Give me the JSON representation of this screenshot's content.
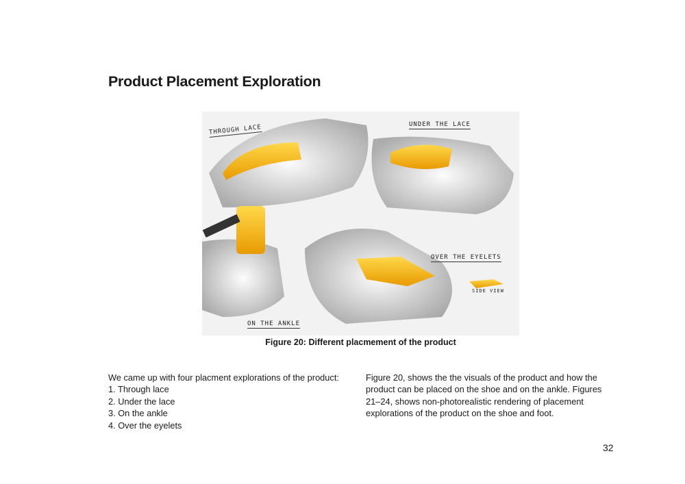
{
  "page": {
    "title": "Product Placement Exploration",
    "page_number": "32"
  },
  "figure": {
    "labels": {
      "through_lace": "THROUGH LACE",
      "under_lace": "UNDER THE LACE",
      "on_ankle": "ON THE ANKLE",
      "over_eyelets": "OVER THE EYELETS",
      "side_view": "SIDE VIEW"
    },
    "caption": "Figure 20: Different placmement of the product",
    "accent_color": "#f5b800"
  },
  "body": {
    "left": {
      "intro": "We came up with four placment explorations of the product:",
      "items": [
        "1. Through lace",
        "2. Under the lace",
        "3. On the ankle",
        "4. Over the eyelets"
      ]
    },
    "right": {
      "paragraph": "Figure 20, shows the the visuals of the product and how the product can be placed on the shoe and on the ankle. Figures 21–24, shows non-photorealistic rendering of placement explorations of the product on the shoe and foot."
    }
  }
}
